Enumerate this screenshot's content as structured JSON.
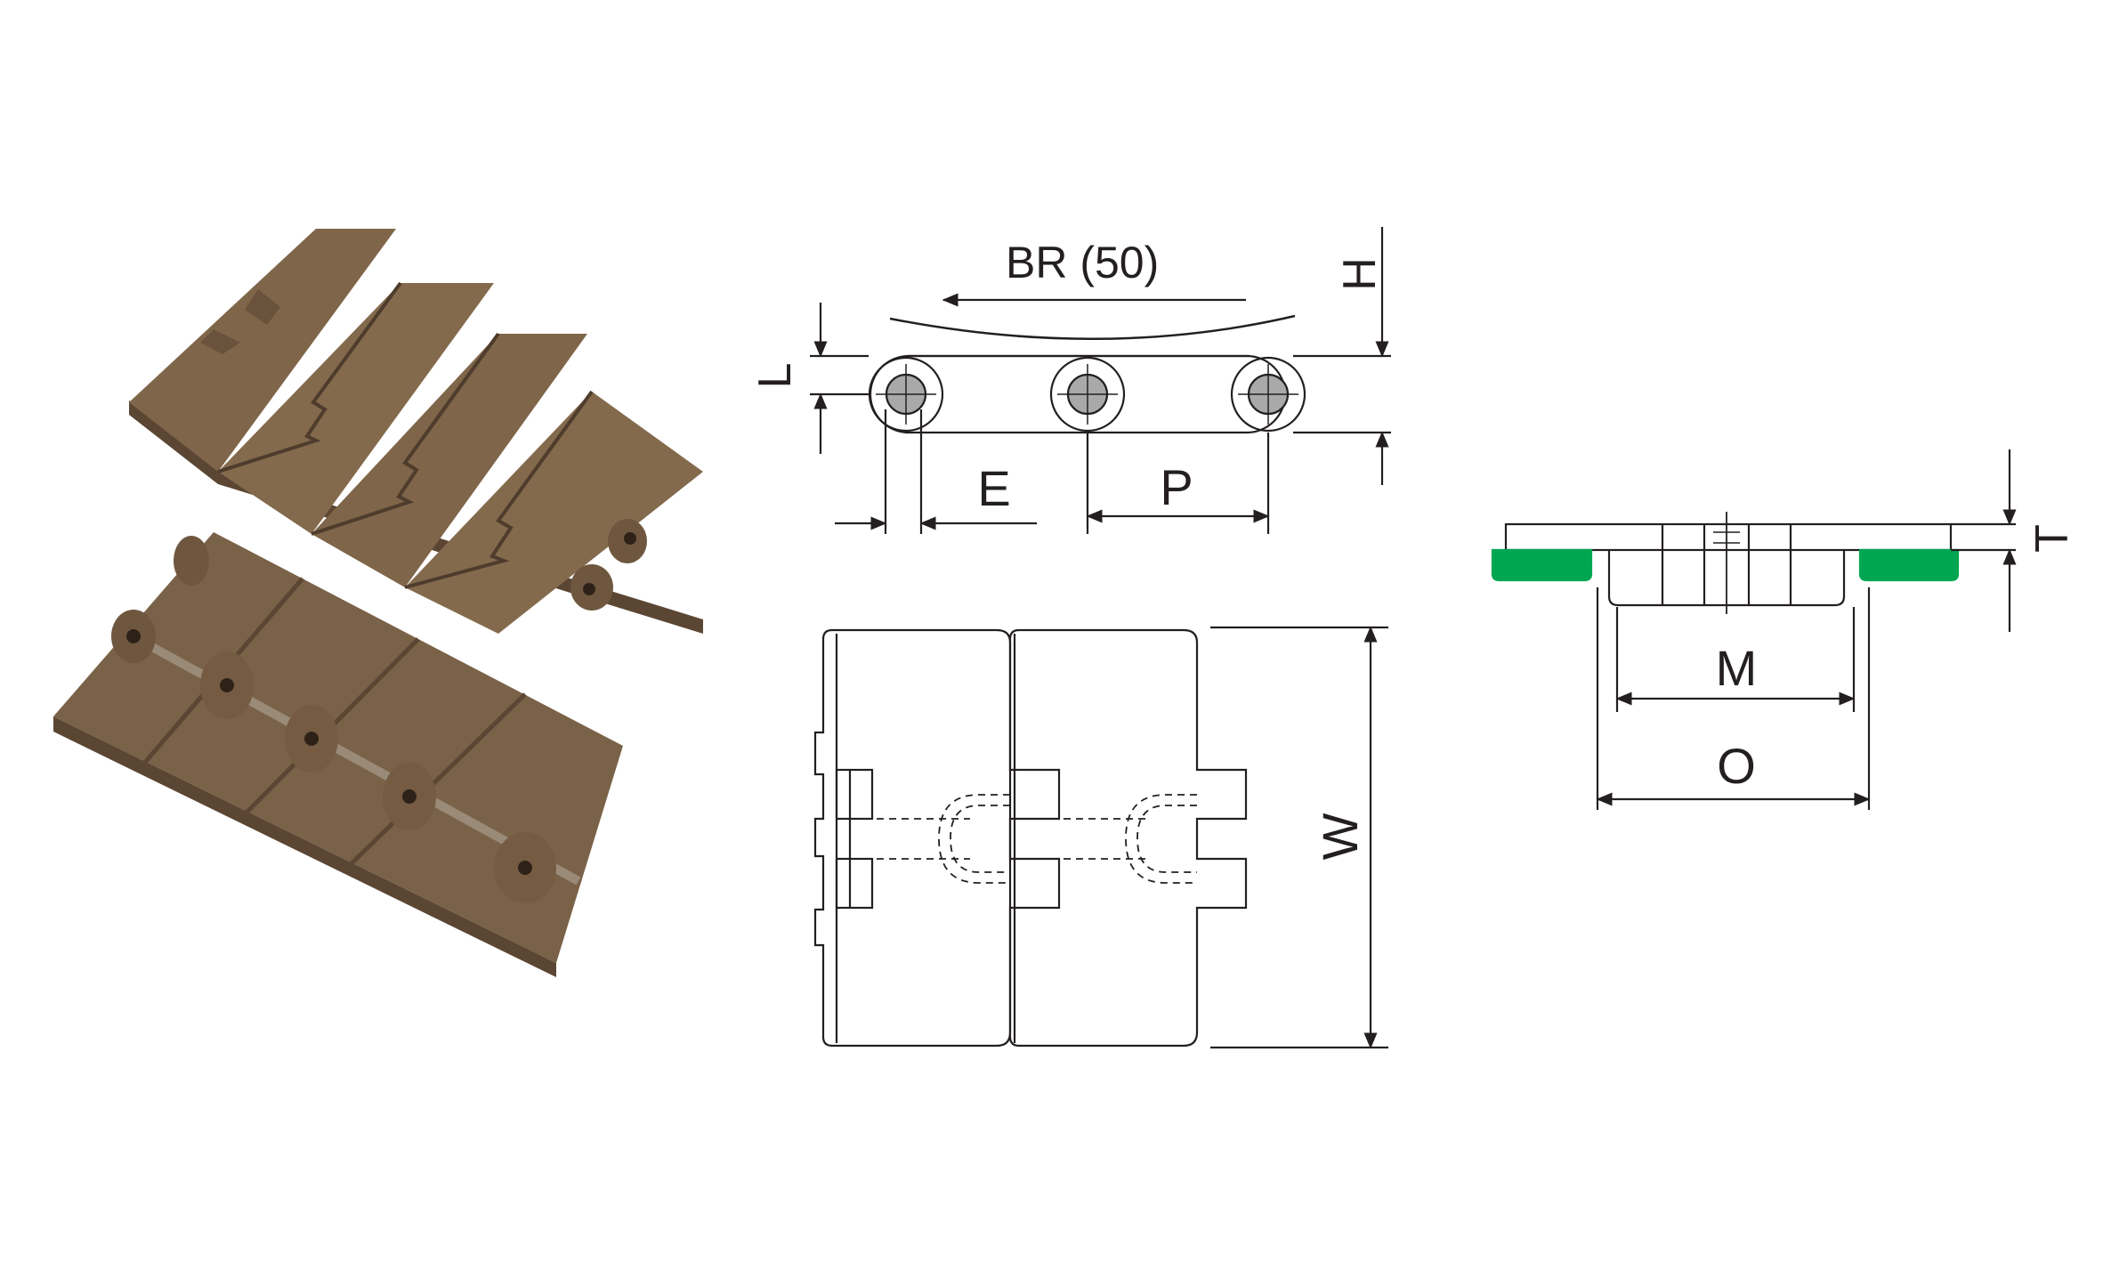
{
  "labels": {
    "bend_radius": "BR (50)",
    "h": "H",
    "l": "L",
    "e": "E",
    "p": "P",
    "w": "W",
    "t": "T",
    "m": "M",
    "o": "O"
  },
  "colors": {
    "plastic": "#7a6248",
    "plastic_light": "#8a7154",
    "plastic_dark": "#5b4634",
    "line": "#231f20",
    "pin": "#a9a9a9",
    "wear_strip": "#00a651",
    "background": "#ffffff"
  }
}
